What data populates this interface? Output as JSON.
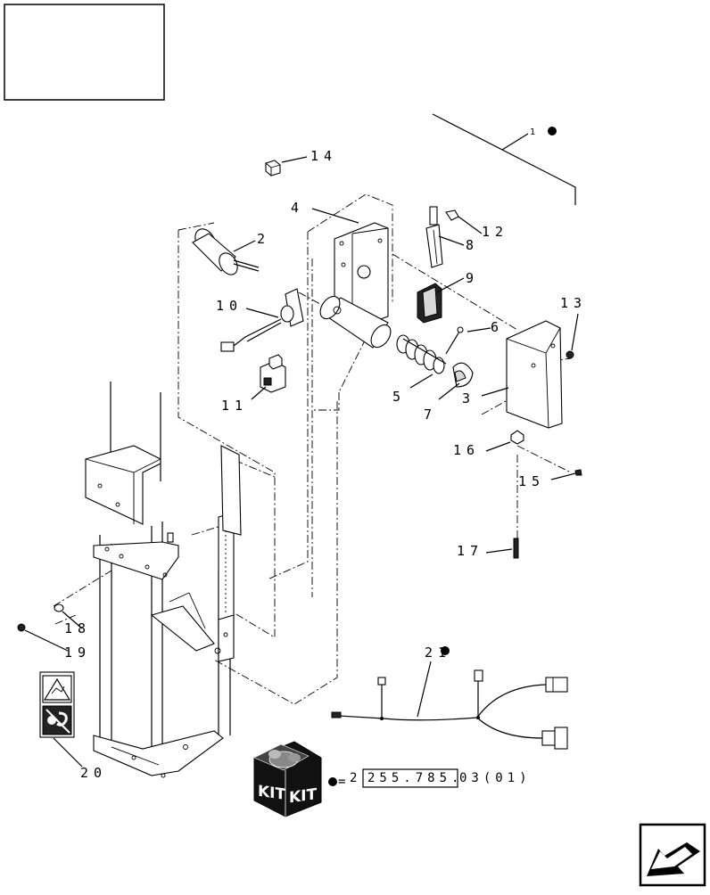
{
  "callouts": {
    "c1": "1",
    "c2": "2",
    "c3": "3",
    "c4": "4",
    "c5": "5",
    "c6": "6",
    "c7": "7",
    "c8": "8",
    "c9": "9",
    "c10": "10",
    "c11": "11",
    "c12": "12",
    "c13": "13",
    "c14": "14",
    "c15": "15",
    "c16": "16",
    "c17": "17",
    "c18": "18",
    "c19": "19",
    "c20": "20",
    "c21": "21"
  },
  "kit": {
    "word_left": "KIT",
    "word_right": "KIT",
    "code_eq": "=",
    "code_prefix": "2",
    "code_boxed": "255.785.",
    "code_suffix": "03(01)"
  },
  "colors": {
    "line": "#000000",
    "background": "#ffffff",
    "kit_box": "#111111"
  },
  "icons": {
    "kit_marker": "filled-circle",
    "nav_button": "arrow-down-left-icon",
    "warning_decal": "warning-decal-icon"
  }
}
